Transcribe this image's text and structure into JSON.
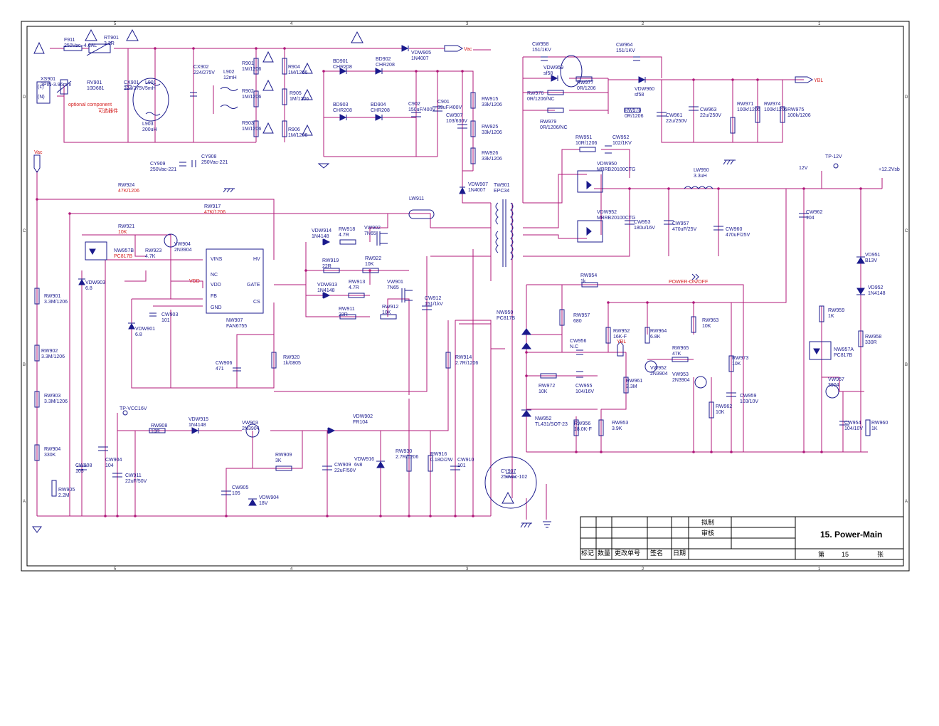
{
  "title_block": {
    "drawing_title": "15. Power-Main",
    "drawn_label": "拟制",
    "review_label": "审核",
    "mark_label": "标记",
    "qty_label": "数量",
    "change_no_label": "更改单号",
    "sign_label": "签名",
    "date_label": "日期",
    "sheet_prefix": "第",
    "sheet_number": "15",
    "sheet_suffix": "张"
  },
  "border": {
    "top_cols": [
      "5",
      "4",
      "3",
      "2",
      "1"
    ],
    "bottom_cols": [
      "5",
      "4",
      "3",
      "2",
      "1"
    ],
    "left_rows": [
      "D",
      "C",
      "B",
      "A"
    ],
    "right_rows": [
      "D",
      "C",
      "B",
      "A"
    ]
  },
  "net_labels": {
    "vac_top": "Vac",
    "vac_left": "Vac",
    "ybl_out": "YBL",
    "ybl_in": "YBL",
    "v12": "12V",
    "tp12": "TP-12V",
    "v12vsb": "+12.2Vsb",
    "power_onoff": "POWER-ON/OFF",
    "vdd": "VDD",
    "tp_vcc": "TP-VCC16V"
  },
  "notes": {
    "optional_en": "optional component",
    "optional_cn": "可选器件"
  },
  "components": [
    {
      "ref": "F911",
      "value": "250Vac--4.0AL"
    },
    {
      "ref": "RT901",
      "value": "3.3R"
    },
    {
      "ref": "XS901",
      "value": "3PIN-3.96mm"
    },
    {
      "ref": "RV901",
      "value": "10D681"
    },
    {
      "ref": "CX901",
      "value": "224/275V"
    },
    {
      "ref": "L901",
      "value": "5mH"
    },
    {
      "ref": "L903",
      "value": "200uH"
    },
    {
      "ref": "CX902",
      "value": "224/275V"
    },
    {
      "ref": "L902",
      "value": "12mH"
    },
    {
      "ref": "CY909",
      "value": "250Vac-221"
    },
    {
      "ref": "CY908",
      "value": "250Vac-221"
    },
    {
      "ref": "R901",
      "value": "1M/1206"
    },
    {
      "ref": "R902",
      "value": "1M/1206"
    },
    {
      "ref": "R903",
      "value": "1M/1206"
    },
    {
      "ref": "R904",
      "value": "1M/1206"
    },
    {
      "ref": "R905",
      "value": "1M/1206"
    },
    {
      "ref": "R906",
      "value": "1M/1206"
    },
    {
      "ref": "BD901",
      "value": "CHR208"
    },
    {
      "ref": "BD902",
      "value": "CHR208"
    },
    {
      "ref": "BD903",
      "value": "CHR208"
    },
    {
      "ref": "BD904",
      "value": "CHR208"
    },
    {
      "ref": "VDW905",
      "value": "1N4007"
    },
    {
      "ref": "C902",
      "value": "150uF/400V"
    },
    {
      "ref": "C901",
      "value": "39uF/400V"
    },
    {
      "ref": "CW907",
      "value": "103/630V"
    },
    {
      "ref": "RW915",
      "value": "33k/1206"
    },
    {
      "ref": "RW925",
      "value": "33k/1206"
    },
    {
      "ref": "RW926",
      "value": "33k/1206"
    },
    {
      "ref": "VDW907",
      "value": "1N4007"
    },
    {
      "ref": "TW901",
      "value": "EPC34"
    },
    {
      "ref": "RW924",
      "value": "47K/1206"
    },
    {
      "ref": "RW917",
      "value": "47K/1206"
    },
    {
      "ref": "RW921",
      "value": "10K"
    },
    {
      "ref": "RW923",
      "value": "4.7K"
    },
    {
      "ref": "VW904",
      "value": "2N3904"
    },
    {
      "ref": "NW957B",
      "value": "PC817B"
    },
    {
      "ref": "NW907",
      "value": "FAN6755"
    },
    {
      "ref": "VDW903",
      "value": "6.8"
    },
    {
      "ref": "CW903",
      "value": "101"
    },
    {
      "ref": "VDW901",
      "value": "6.8"
    },
    {
      "ref": "RW901",
      "value": "3.3M/1206"
    },
    {
      "ref": "RW902",
      "value": "3.3M/1206"
    },
    {
      "ref": "RW903",
      "value": "3.3M/1206"
    },
    {
      "ref": "RW904",
      "value": "330K"
    },
    {
      "ref": "RW905",
      "value": "2.2M"
    },
    {
      "ref": "CW908",
      "value": "105"
    },
    {
      "ref": "CW904",
      "value": "104"
    },
    {
      "ref": "CW911",
      "value": "22uF/50V"
    },
    {
      "ref": "RW908",
      "value": "10R"
    },
    {
      "ref": "VDW915",
      "value": "1N4148"
    },
    {
      "ref": "VW903",
      "value": "2N3904"
    },
    {
      "ref": "RW909",
      "value": "3K"
    },
    {
      "ref": "CW905",
      "value": "105"
    },
    {
      "ref": "VDW904",
      "value": "18V"
    },
    {
      "ref": "VDW902",
      "value": "FR104"
    },
    {
      "ref": "CW909",
      "value": "22uF/50V"
    },
    {
      "ref": "VDW916",
      "value": "6v8"
    },
    {
      "ref": "RW930",
      "value": "2.7R/1206"
    },
    {
      "ref": "RW916",
      "value": "0.18Ω/2W"
    },
    {
      "ref": "CW910",
      "value": "101"
    },
    {
      "ref": "CW906",
      "value": "471"
    },
    {
      "ref": "RW920",
      "value": "1k/0805"
    },
    {
      "ref": "VDW914",
      "value": "1N4148"
    },
    {
      "ref": "RW918",
      "value": "4.7R"
    },
    {
      "ref": "RW919",
      "value": "22R"
    },
    {
      "ref": "VW902",
      "value": "7N65"
    },
    {
      "ref": "RW922",
      "value": "10K"
    },
    {
      "ref": "VDW913",
      "value": "1N4148"
    },
    {
      "ref": "RW913",
      "value": "4.7R"
    },
    {
      "ref": "RW911",
      "value": "22R"
    },
    {
      "ref": "VW901",
      "value": "7N65"
    },
    {
      "ref": "RW912",
      "value": "10K"
    },
    {
      "ref": "CW912",
      "value": "151/1kV"
    },
    {
      "ref": "LW911",
      "value": ""
    },
    {
      "ref": "RW914",
      "value": "2.7R/1206"
    },
    {
      "ref": "CY907",
      "value": "250Vac-102"
    },
    {
      "ref": "CW958",
      "value": "151/1KV"
    },
    {
      "ref": "VDW959",
      "value": "sf58"
    },
    {
      "ref": "RW977",
      "value": "0R/1206"
    },
    {
      "ref": "CW964",
      "value": "151/1KV"
    },
    {
      "ref": "VDW960",
      "value": "sf58"
    },
    {
      "ref": "RW976",
      "value": "0R/1206/NC"
    },
    {
      "ref": "RW979",
      "value": "0R/1206/NC"
    },
    {
      "ref": "RW978",
      "value": "0R/1206"
    },
    {
      "ref": "CW961",
      "value": "22u/250V"
    },
    {
      "ref": "CW963",
      "value": "22u/250V"
    },
    {
      "ref": "RW971",
      "value": "100k/1206"
    },
    {
      "ref": "RW974",
      "value": "100k/1206"
    },
    {
      "ref": "RW975",
      "value": "100k/1206"
    },
    {
      "ref": "RW951",
      "value": "10R/1206"
    },
    {
      "ref": "CW952",
      "value": "102/1KV"
    },
    {
      "ref": "VDW950",
      "value": "MBRB20100CTG"
    },
    {
      "ref": "VDW952",
      "value": "MBRB20100CTG"
    },
    {
      "ref": "LW950",
      "value": "3.3uH"
    },
    {
      "ref": "CW953",
      "value": "180u/16V"
    },
    {
      "ref": "CW957",
      "value": "470uF/25V"
    },
    {
      "ref": "CW960",
      "value": "470uF/25V"
    },
    {
      "ref": "CW962",
      "value": "104"
    },
    {
      "ref": "VD951",
      "value": "B13V"
    },
    {
      "ref": "VD952",
      "value": "1N4148"
    },
    {
      "ref": "RW954",
      "value": "1k"
    },
    {
      "ref": "NW950",
      "value": "PC817B"
    },
    {
      "ref": "RW957",
      "value": "680"
    },
    {
      "ref": "CW956",
      "value": "N.C"
    },
    {
      "ref": "RW952",
      "value": "16K-F"
    },
    {
      "ref": "RW964",
      "value": "6.8K"
    },
    {
      "ref": "RW963",
      "value": "10K"
    },
    {
      "ref": "RW965",
      "value": "47K"
    },
    {
      "ref": "VW952",
      "value": "2N3904"
    },
    {
      "ref": "VW953",
      "value": "2N3904"
    },
    {
      "ref": "RW973",
      "value": "10K"
    },
    {
      "ref": "RW972",
      "value": "10K"
    },
    {
      "ref": "CW955",
      "value": "104/16V"
    },
    {
      "ref": "RW961",
      "value": "3.3M"
    },
    {
      "ref": "CW959",
      "value": "103/10V"
    },
    {
      "ref": "RW962",
      "value": "10K"
    },
    {
      "ref": "NW952",
      "value": "TL431/SOT-23"
    },
    {
      "ref": "RW956",
      "value": "18.0K-F"
    },
    {
      "ref": "RW953",
      "value": "3.9K"
    },
    {
      "ref": "RW959",
      "value": "1K"
    },
    {
      "ref": "NW957A",
      "value": "PC817B"
    },
    {
      "ref": "VW957",
      "value": "3904"
    },
    {
      "ref": "RW958",
      "value": "330R"
    },
    {
      "ref": "CW954",
      "value": "104/10V"
    },
    {
      "ref": "RW960",
      "value": "1K"
    }
  ],
  "ic_pins": {
    "vins": "VINS",
    "hv": "HV",
    "nc": "NC",
    "vdd": "VDD",
    "gate": "GATE",
    "fb": "FB",
    "cs": "CS",
    "gnd": "GND"
  },
  "connector_pins": {
    "l": "(L)",
    "n": "(N)"
  }
}
